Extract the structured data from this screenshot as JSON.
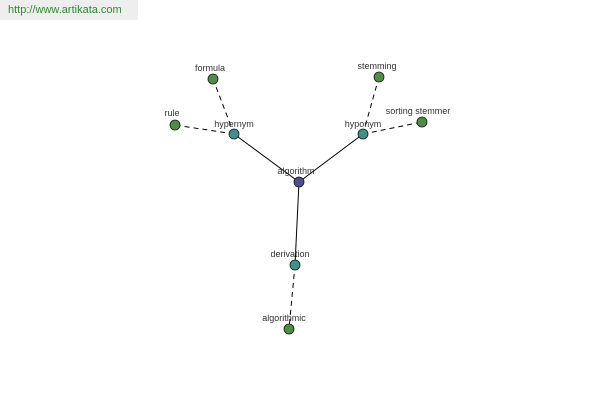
{
  "watermark": {
    "url": "http://www.artikata.com"
  },
  "colors": {
    "center": "#4b4f8c",
    "relation": "#3f8f8a",
    "leaf": "#4f8c46",
    "stroke": "#1a1a1a",
    "edge": "#000000"
  },
  "graph": {
    "nodes": [
      {
        "id": "algorithm",
        "label": "algorithm",
        "kind": "center"
      },
      {
        "id": "hypernym",
        "label": "hypernym",
        "kind": "relation"
      },
      {
        "id": "hyponym",
        "label": "hyponym",
        "kind": "relation"
      },
      {
        "id": "derivation",
        "label": "derivation",
        "kind": "relation"
      },
      {
        "id": "formula",
        "label": "formula",
        "kind": "leaf"
      },
      {
        "id": "rule",
        "label": "rule",
        "kind": "leaf"
      },
      {
        "id": "stemming",
        "label": "stemming",
        "kind": "leaf"
      },
      {
        "id": "sorting_stemmer",
        "label": "sorting stemmer",
        "kind": "leaf"
      },
      {
        "id": "algorithmic",
        "label": "algorithmic",
        "kind": "leaf"
      }
    ],
    "edges": [
      {
        "from": "algorithm",
        "to": "hypernym",
        "style": "solid"
      },
      {
        "from": "algorithm",
        "to": "hyponym",
        "style": "solid"
      },
      {
        "from": "algorithm",
        "to": "derivation",
        "style": "solid"
      },
      {
        "from": "hypernym",
        "to": "formula",
        "style": "dashed"
      },
      {
        "from": "hypernym",
        "to": "rule",
        "style": "dashed"
      },
      {
        "from": "hyponym",
        "to": "stemming",
        "style": "dashed"
      },
      {
        "from": "hyponym",
        "to": "sorting_stemmer",
        "style": "dashed"
      },
      {
        "from": "derivation",
        "to": "algorithmic",
        "style": "dashed"
      }
    ]
  }
}
